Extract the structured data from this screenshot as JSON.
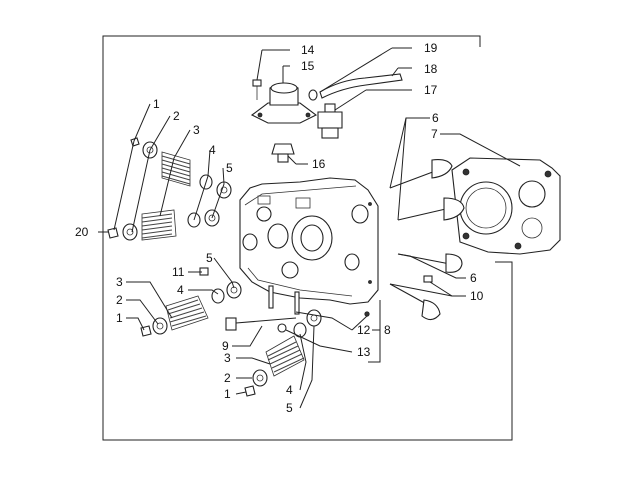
{
  "figure": "cylinder-head exploded parts diagram",
  "colors": {
    "line": "#222222",
    "background": "#ffffff"
  },
  "callouts": {
    "c1": "1",
    "c2": "2",
    "c3": "3",
    "c4": "4",
    "c5": "5",
    "c6": "6",
    "c7": "7",
    "c8": "8",
    "c9": "9",
    "c10": "10",
    "c11": "11",
    "c12": "12",
    "c13": "13",
    "c14": "14",
    "c15": "15",
    "c16": "16",
    "c17": "17",
    "c18": "18",
    "c19": "19",
    "c20": "20"
  }
}
